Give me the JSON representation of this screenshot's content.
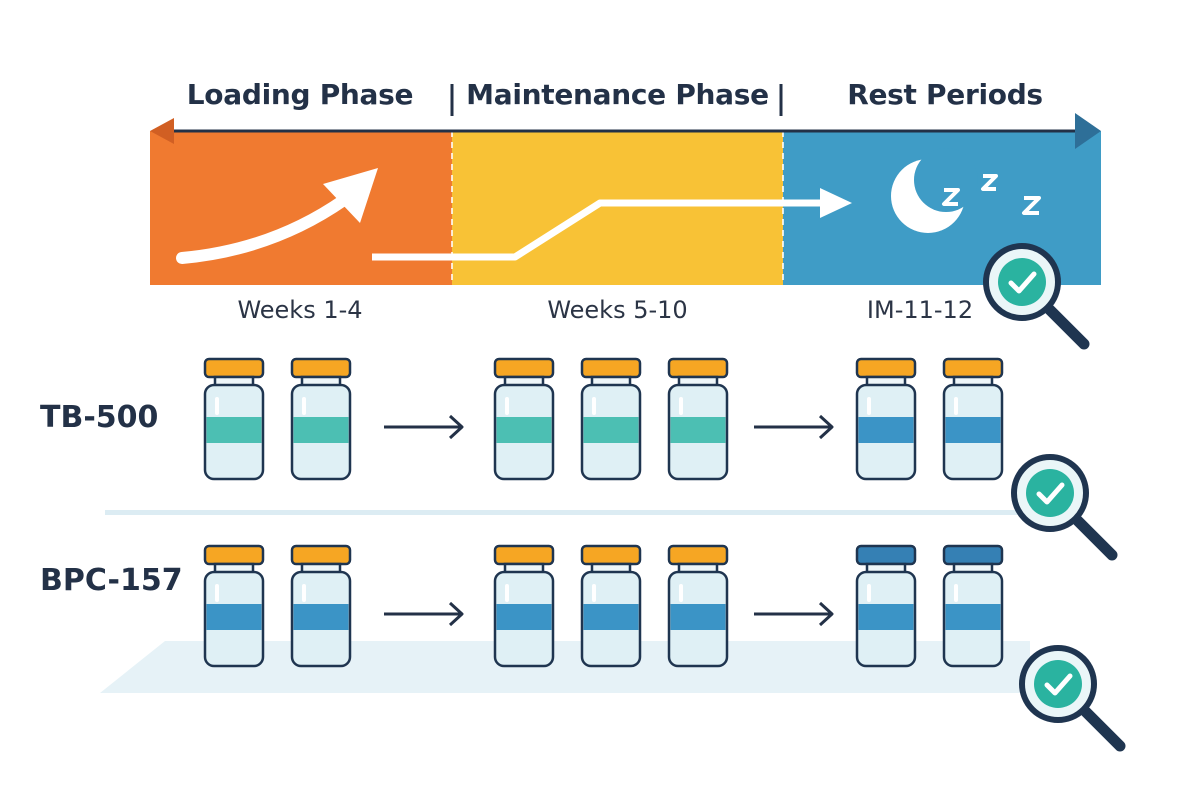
{
  "phases": [
    {
      "header": "Loading Phase",
      "weeks": "Weeks 1-4",
      "color": "#f07a30"
    },
    {
      "header": "Maintenance Phase",
      "weeks": "Weeks 5-10",
      "color": "#f8c236"
    },
    {
      "header": "Rest Periods",
      "weeks": "IM-11-12",
      "color": "#3f9cc6"
    }
  ],
  "rows": [
    {
      "label": "TB-500",
      "groups": [
        {
          "count": 2,
          "cap": "#f6a623",
          "band": "#4cbfb3"
        },
        {
          "count": 3,
          "cap": "#f6a623",
          "band": "#4cbfb3"
        },
        {
          "count": 2,
          "cap": "#f6a623",
          "band": "#3b94c6"
        }
      ]
    },
    {
      "label": "BPC-157",
      "groups": [
        {
          "count": 2,
          "cap": "#f6a623",
          "band": "#3b94c6"
        },
        {
          "count": 3,
          "cap": "#f6a623",
          "band": "#3b94c6"
        },
        {
          "count": 2,
          "cap": "#3580b4",
          "band": "#3b94c6"
        }
      ]
    }
  ],
  "icons": {
    "timeline_arrow": "timeline-arrow-icon",
    "loading": "rising-arrow-icon",
    "maintenance": "flat-arrow-icon",
    "rest": "moon-sleep-icon",
    "vial": "vial-icon",
    "next": "right-arrow-icon",
    "check": "magnifier-check-icon"
  },
  "colors": {
    "text": "#233147",
    "check": "#2ab3a0",
    "glass": "#dff0f5",
    "outline": "#1f3550"
  }
}
